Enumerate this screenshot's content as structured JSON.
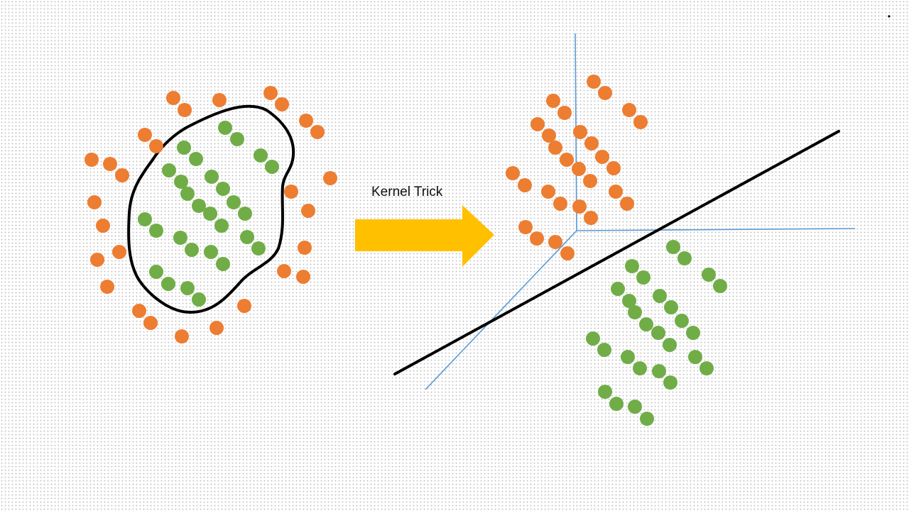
{
  "label": "Kernel Trick",
  "colors": {
    "class_a": "#ED7D31",
    "class_b": "#70AD47",
    "arrow": "#FFC000",
    "axes": "#5B9BD5",
    "boundary": "#000000"
  },
  "left_panel": {
    "description_free": true,
    "orange_points": [
      [
        244,
        138
      ],
      [
        260,
        155
      ],
      [
        309,
        141
      ],
      [
        381,
        131
      ],
      [
        397,
        147
      ],
      [
        431,
        170
      ],
      [
        447,
        186
      ],
      [
        204,
        190
      ],
      [
        220,
        206
      ],
      [
        129,
        225
      ],
      [
        155,
        231
      ],
      [
        172,
        247
      ],
      [
        465,
        251
      ],
      [
        410,
        270
      ],
      [
        133,
        285
      ],
      [
        434,
        297
      ],
      [
        145,
        318
      ],
      [
        168,
        355
      ],
      [
        429,
        349
      ],
      [
        137,
        366
      ],
      [
        400,
        382
      ],
      [
        427,
        390
      ],
      [
        151,
        404
      ],
      [
        344,
        431
      ],
      [
        196,
        438
      ],
      [
        212,
        455
      ],
      [
        305,
        462
      ],
      [
        256,
        474
      ]
    ],
    "green_points": [
      [
        317,
        180
      ],
      [
        334,
        196
      ],
      [
        259,
        208
      ],
      [
        276,
        224
      ],
      [
        367,
        219
      ],
      [
        383,
        235
      ],
      [
        238,
        240
      ],
      [
        255,
        256
      ],
      [
        298,
        249
      ],
      [
        314,
        266
      ],
      [
        264,
        273
      ],
      [
        280,
        290
      ],
      [
        329,
        285
      ],
      [
        345,
        301
      ],
      [
        296,
        301
      ],
      [
        312,
        318
      ],
      [
        204,
        309
      ],
      [
        220,
        325
      ],
      [
        254,
        335
      ],
      [
        270,
        352
      ],
      [
        348,
        334
      ],
      [
        364,
        350
      ],
      [
        297,
        355
      ],
      [
        314,
        372
      ],
      [
        220,
        383
      ],
      [
        237,
        400
      ],
      [
        264,
        406
      ],
      [
        280,
        422
      ]
    ]
  },
  "right_panel": {
    "orange_points": [
      [
        836,
        115
      ],
      [
        852,
        131
      ],
      [
        779,
        142
      ],
      [
        795,
        159
      ],
      [
        886,
        155
      ],
      [
        902,
        172
      ],
      [
        757,
        175
      ],
      [
        773,
        191
      ],
      [
        817,
        186
      ],
      [
        833,
        202
      ],
      [
        782,
        208
      ],
      [
        798,
        225
      ],
      [
        848,
        221
      ],
      [
        864,
        237
      ],
      [
        815,
        238
      ],
      [
        831,
        255
      ],
      [
        722,
        244
      ],
      [
        739,
        261
      ],
      [
        772,
        270
      ],
      [
        789,
        287
      ],
      [
        867,
        270
      ],
      [
        883,
        287
      ],
      [
        816,
        291
      ],
      [
        832,
        307
      ],
      [
        740,
        320
      ],
      [
        756,
        336
      ],
      [
        782,
        341
      ],
      [
        799,
        357
      ]
    ],
    "green_points": [
      [
        948,
        348
      ],
      [
        964,
        364
      ],
      [
        890,
        375
      ],
      [
        906,
        391
      ],
      [
        998,
        387
      ],
      [
        1014,
        403
      ],
      [
        870,
        407
      ],
      [
        886,
        424
      ],
      [
        929,
        417
      ],
      [
        945,
        433
      ],
      [
        894,
        440
      ],
      [
        910,
        457
      ],
      [
        960,
        452
      ],
      [
        976,
        469
      ],
      [
        927,
        469
      ],
      [
        943,
        486
      ],
      [
        835,
        477
      ],
      [
        851,
        493
      ],
      [
        884,
        503
      ],
      [
        901,
        519
      ],
      [
        979,
        503
      ],
      [
        995,
        519
      ],
      [
        928,
        523
      ],
      [
        944,
        539
      ],
      [
        852,
        552
      ],
      [
        868,
        569
      ],
      [
        894,
        573
      ],
      [
        911,
        590
      ]
    ]
  }
}
